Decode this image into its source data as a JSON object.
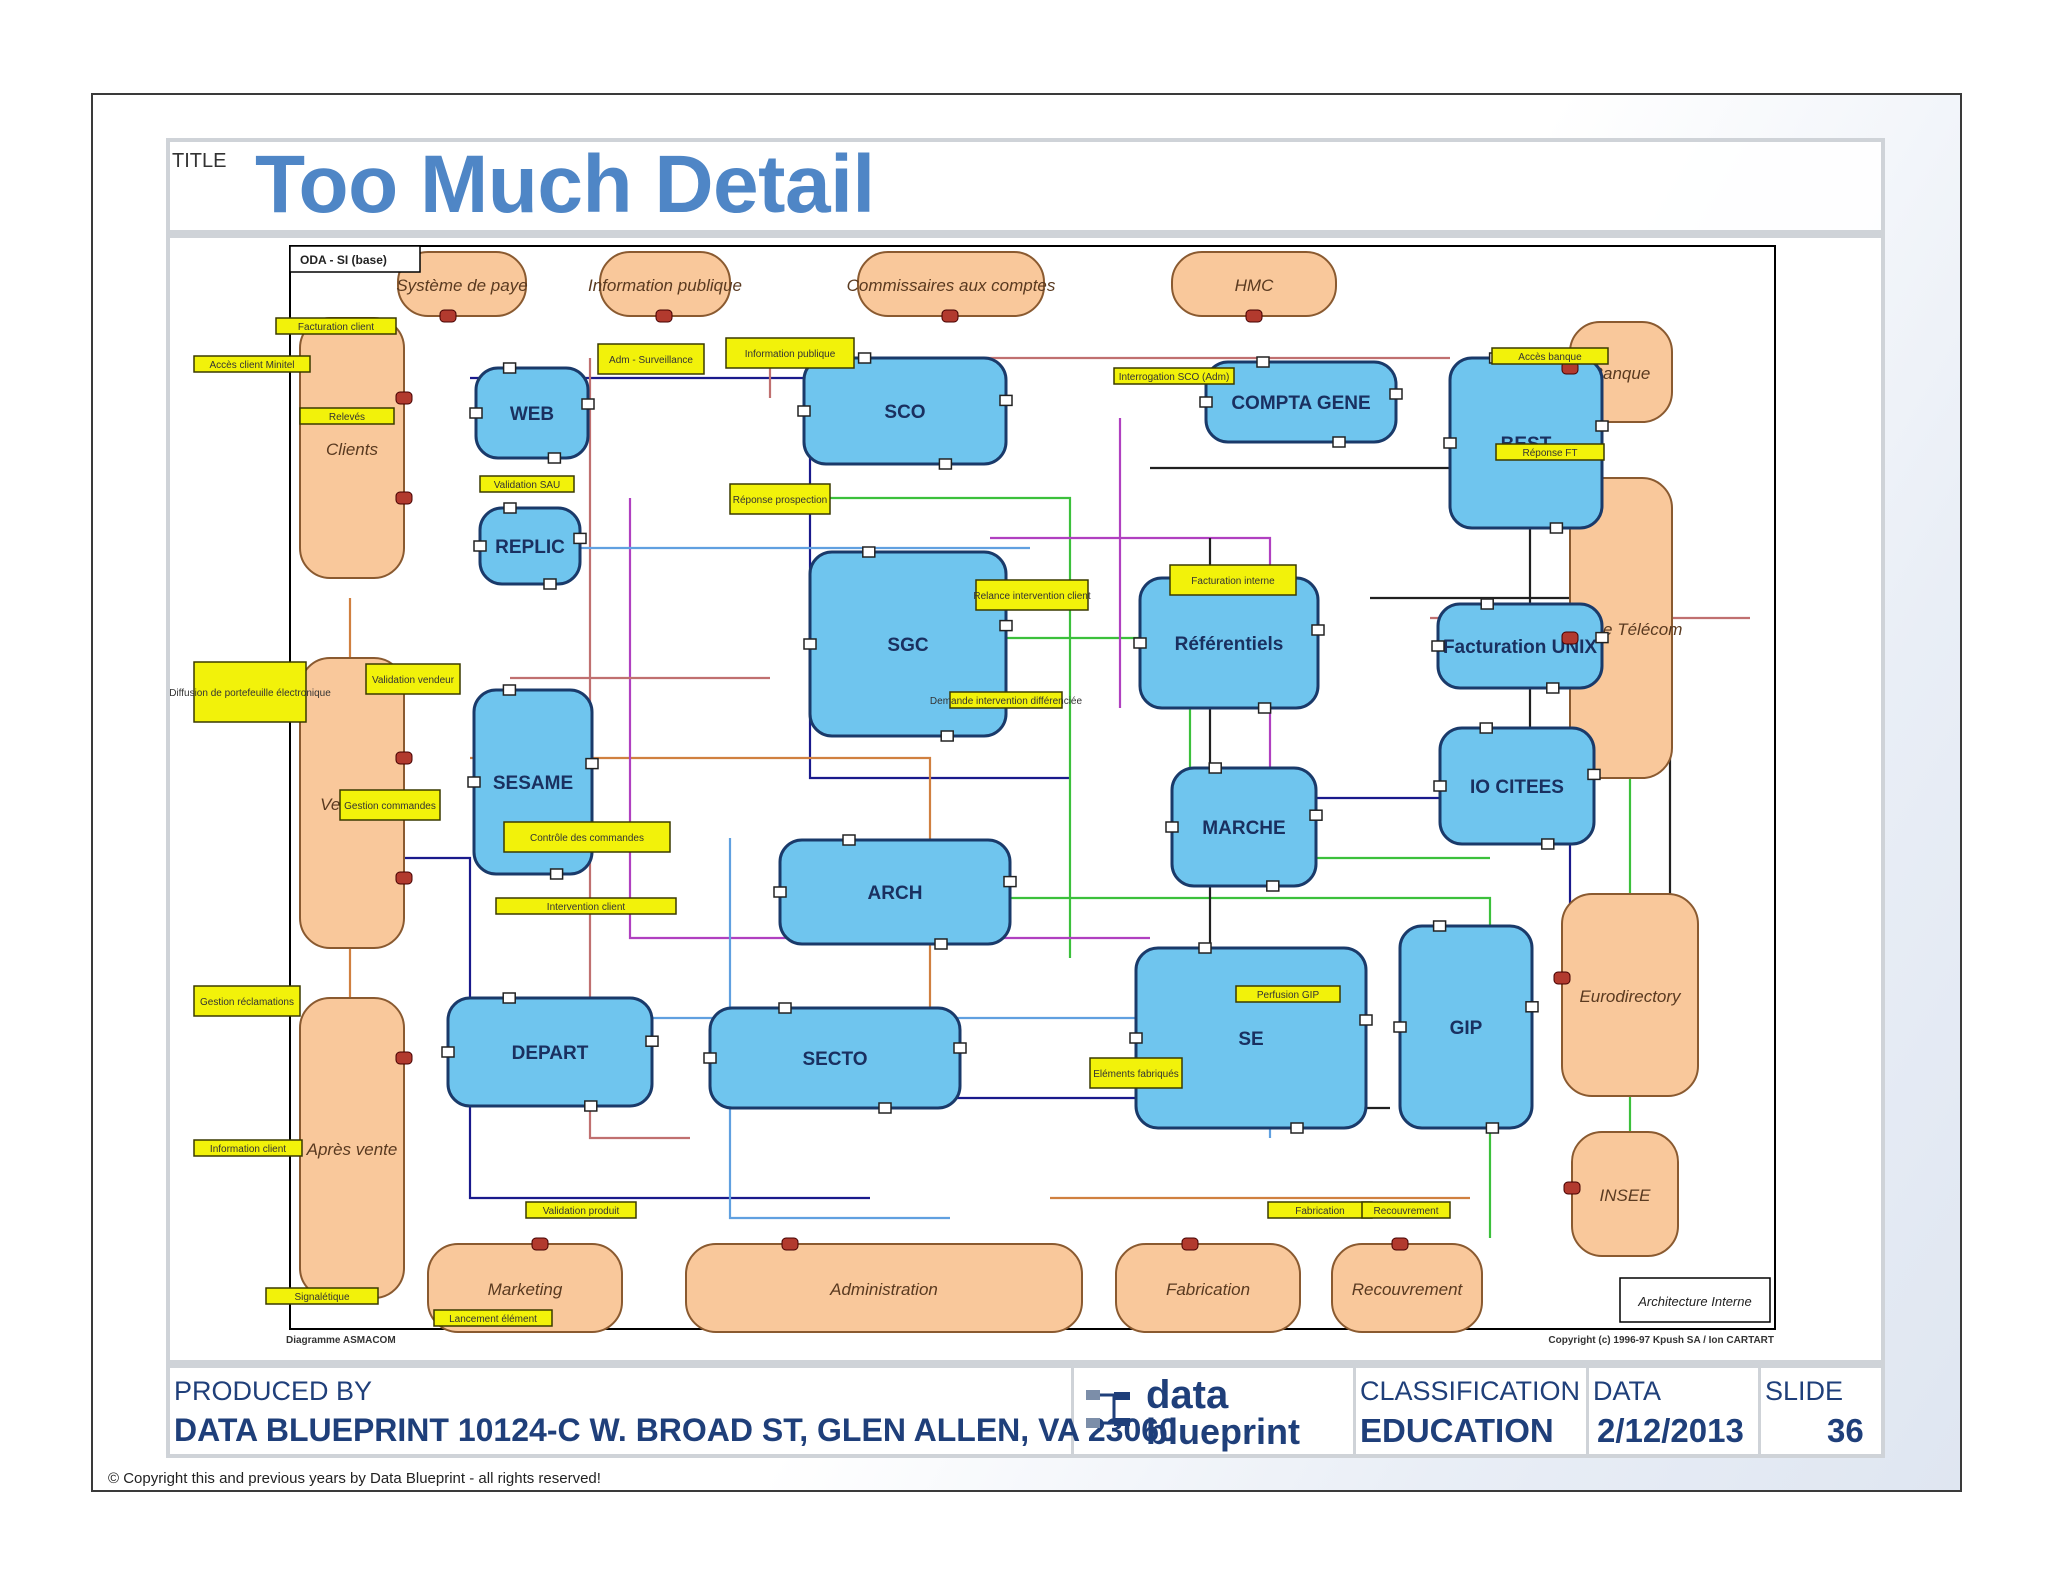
{
  "title": {
    "tag": "TITLE",
    "text": "Too Much Detail"
  },
  "diagram": {
    "corner_label": "ODA - SI (base)",
    "bottom_left_caption": "Diagramme ASMACOM",
    "bottom_right_caption": "Copyright (c) 1996-97 Kpush SA / Ion CARTART",
    "legend_box": "Architecture Interne",
    "actors": [
      "Système de paye",
      "Information publique",
      "Commissaires aux comptes",
      "HMC",
      "Clients",
      "Banque",
      "France Télécom",
      "Vendeur",
      "Eurodirectory",
      "Après vente",
      "INSEE",
      "Marketing",
      "Administration",
      "Fabrication",
      "Recouvrement"
    ],
    "systems": [
      "WEB",
      "SCO",
      "COMPTA GENE",
      "BEST",
      "REPLIC",
      "SGC",
      "Référentiels",
      "Facturation UNIX",
      "SESAME",
      "MARCHE",
      "IO CITEES",
      "ARCH",
      "DEPART",
      "SECTO",
      "SE",
      "GIP"
    ],
    "notes": [
      "Adm - Surveillance",
      "Facturation client",
      "Information publique",
      "Accès client Minitel",
      "Relevés",
      "Validation SAU",
      "Réponse prospection",
      "Diffusion de portefeuille électronique",
      "Validation vendeur",
      "Gestion commandes",
      "Interrogation SCO (Adm)",
      "Accès banque",
      "Réponse FT",
      "Facturation interne",
      "Contrôle des commandes",
      "Relance intervention client",
      "Demande intervention différenciée",
      "Intervention client",
      "Gestion réclamations",
      "Perfusion GIP",
      "Information client",
      "Validation produit",
      "Eléments fabriqués",
      "Fabrication",
      "Recouvrement",
      "Signalétique",
      "Lancement élément"
    ]
  },
  "footer": {
    "produced_by_label": "PRODUCED BY",
    "produced_by_value": "DATA BLUEPRINT 10124-C W. BROAD ST, GLEN ALLEN, VA 23060",
    "logo_top": "data",
    "logo_bottom": "blueprint",
    "classification_label": "CLASSIFICATION",
    "classification_value": "EDUCATION",
    "data_label": "DATA",
    "data_value": "2/12/2013",
    "slide_label": "SLIDE",
    "slide_value": "36"
  },
  "copyright": "© Copyright this and previous years by Data Blueprint  - all rights reserved!",
  "colors": {
    "title": "#4f86c6",
    "footer_text": "#1f3f7a",
    "actor_fill": "#f9c89b",
    "system_fill": "#6fc5ee",
    "note_fill": "#f2f20a",
    "port_fill": "#b23a2e"
  }
}
